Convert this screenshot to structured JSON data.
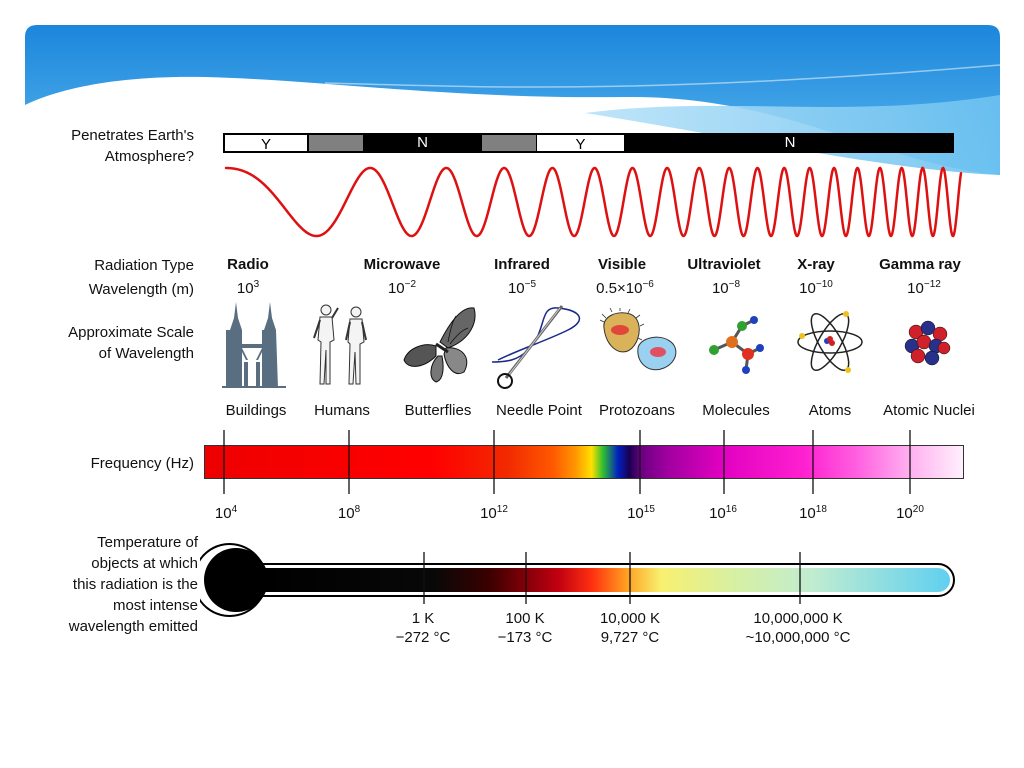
{
  "row_labels": {
    "penetrates": [
      "Penetrates Earth's",
      "Atmosphere?"
    ],
    "radiation_type": "Radiation Type",
    "wavelength": "Wavelength (m)",
    "scale": [
      "Approximate Scale",
      "of Wavelength"
    ],
    "frequency": "Frequency (Hz)",
    "temperature": [
      "Temperature of",
      "objects at which",
      "this radiation is the",
      "most intense",
      "wavelength emitted"
    ]
  },
  "penetration_segments": [
    {
      "label": "Y",
      "color": "#ffffff"
    },
    {
      "label": "",
      "color": "#808080"
    },
    {
      "label": "N",
      "color": "#000000"
    },
    {
      "label": "",
      "color": "#808080"
    },
    {
      "label": "Y",
      "color": "#ffffff"
    },
    {
      "label": "N",
      "color": "#000000"
    }
  ],
  "radiation_types": [
    {
      "name": "Radio",
      "wl_base": "10",
      "wl_exp": "3"
    },
    {
      "name": "Microwave",
      "wl_base": "10",
      "wl_exp": "−2"
    },
    {
      "name": "Infrared",
      "wl_base": "10",
      "wl_exp": "−5"
    },
    {
      "name": "Visible",
      "wl_base": "0.5×10",
      "wl_exp": "−6"
    },
    {
      "name": "Ultraviolet",
      "wl_base": "10",
      "wl_exp": "−8"
    },
    {
      "name": "X-ray",
      "wl_base": "10",
      "wl_exp": "−10"
    },
    {
      "name": "Gamma ray",
      "wl_base": "10",
      "wl_exp": "−12"
    }
  ],
  "scale_items": [
    {
      "label": "Buildings",
      "icon": "buildings-icon"
    },
    {
      "label": "Humans",
      "icon": "humans-icon"
    },
    {
      "label": "Butterflies",
      "icon": "butterfly-icon"
    },
    {
      "label": "Needle Point",
      "icon": "needle-icon"
    },
    {
      "label": "Protozoans",
      "icon": "protozoan-icon"
    },
    {
      "label": "Molecules",
      "icon": "molecule-icon"
    },
    {
      "label": "Atoms",
      "icon": "atom-icon"
    },
    {
      "label": "Atomic Nuclei",
      "icon": "nucleus-icon"
    }
  ],
  "frequency_ticks": [
    {
      "base": "10",
      "exp": "4"
    },
    {
      "base": "10",
      "exp": "8"
    },
    {
      "base": "10",
      "exp": "12"
    },
    {
      "base": "10",
      "exp": "15"
    },
    {
      "base": "10",
      "exp": "16"
    },
    {
      "base": "10",
      "exp": "18"
    },
    {
      "base": "10",
      "exp": "20"
    }
  ],
  "temperature_ticks": [
    {
      "kelvin": "1 K",
      "celsius": "−272 °C"
    },
    {
      "kelvin": "100 K",
      "celsius": "−173 °C"
    },
    {
      "kelvin": "10,000 K",
      "celsius": "9,727 °C"
    },
    {
      "kelvin": "10,000,000 K",
      "celsius": "~10,000,000 °C"
    }
  ],
  "colors": {
    "banner_top": "#1e8fe0",
    "banner_light": "#9fd6f5",
    "wave": "#dd1111"
  }
}
